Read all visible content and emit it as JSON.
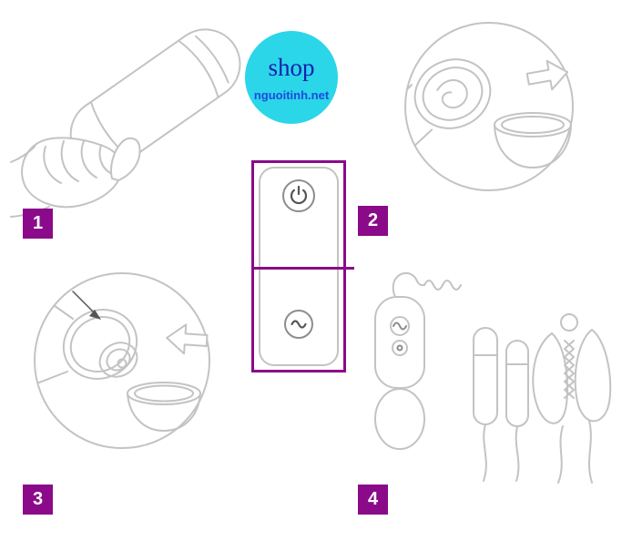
{
  "logo": {
    "title": "shop",
    "subtitle": "nguoitinh.net",
    "circle_color": "#2bd6e8",
    "title_color": "#1520b0",
    "subtitle_color": "#1c4ae0"
  },
  "steps": [
    {
      "number": "1"
    },
    {
      "number": "2"
    },
    {
      "number": "3"
    },
    {
      "number": "4"
    }
  ],
  "colors": {
    "badge_bg": "#8a0a8a",
    "badge_text": "#ffffff",
    "highlight_border": "#8a0a8a",
    "line_art": "#c3c3c3",
    "icon_stroke": "#555555",
    "background": "#ffffff"
  },
  "remote_panel": {
    "button_icons": [
      "power-icon",
      "vibration-wave-icon"
    ]
  },
  "illustrations": [
    {
      "name": "hand-holding-cup"
    },
    {
      "name": "cap-removed-detail"
    },
    {
      "name": "nozzle-detail"
    },
    {
      "name": "remote-egg-and-accessories"
    }
  ]
}
